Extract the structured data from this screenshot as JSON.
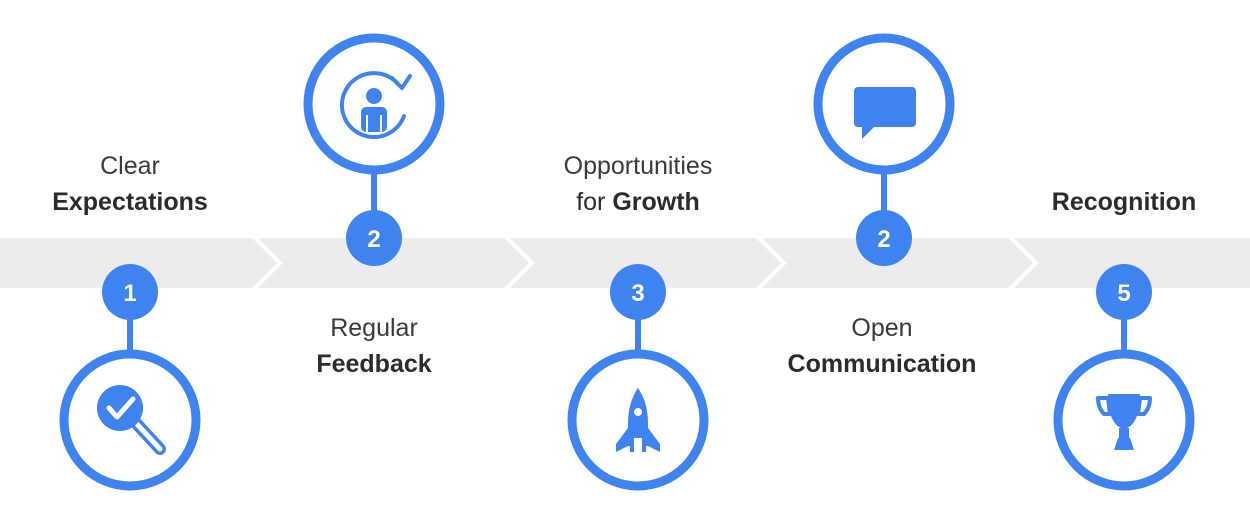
{
  "colors": {
    "accent": "#3f83f0",
    "band": "#ececec",
    "text": "#2b2b2b",
    "background": "#ffffff"
  },
  "steps": [
    {
      "number": "1",
      "line1": "Clear",
      "pre_bold": "",
      "bold": "Expectations",
      "icon": "magnifier-check-icon",
      "position": "below"
    },
    {
      "number": "2",
      "line1": "Regular",
      "pre_bold": "",
      "bold": "Feedback",
      "icon": "person-refresh-icon",
      "position": "above"
    },
    {
      "number": "3",
      "line1": "Opportunities",
      "pre_bold": "for ",
      "bold": "Growth",
      "icon": "rocket-icon",
      "position": "below"
    },
    {
      "number": "2",
      "line1": "Open",
      "pre_bold": "",
      "bold": "Communication",
      "icon": "chat-bubble-icon",
      "position": "above"
    },
    {
      "number": "5",
      "line1": "",
      "pre_bold": "",
      "bold": "Recognition",
      "icon": "trophy-icon",
      "position": "below"
    }
  ]
}
